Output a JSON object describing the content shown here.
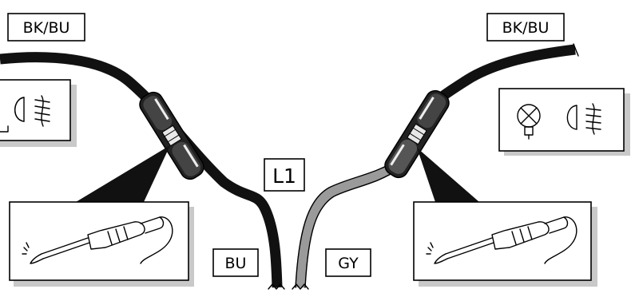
{
  "labels": {
    "wire_left_top": "BK/BU",
    "wire_right_top": "BK/BU",
    "center": "L1",
    "wire_left_bottom": "BU",
    "wire_right_bottom": "GY"
  },
  "colors": {
    "wire_black": "#111111",
    "wire_gray": "#9a9a9a",
    "panel_shadow": "#c9c9c9"
  },
  "icons": {
    "left_panel": [
      "low-beam-headlamp-icon"
    ],
    "right_panel": [
      "bulb-icon",
      "low-beam-headlamp-icon"
    ],
    "tool_panels": [
      "soldering-iron-icon",
      "soldering-iron-icon"
    ]
  }
}
